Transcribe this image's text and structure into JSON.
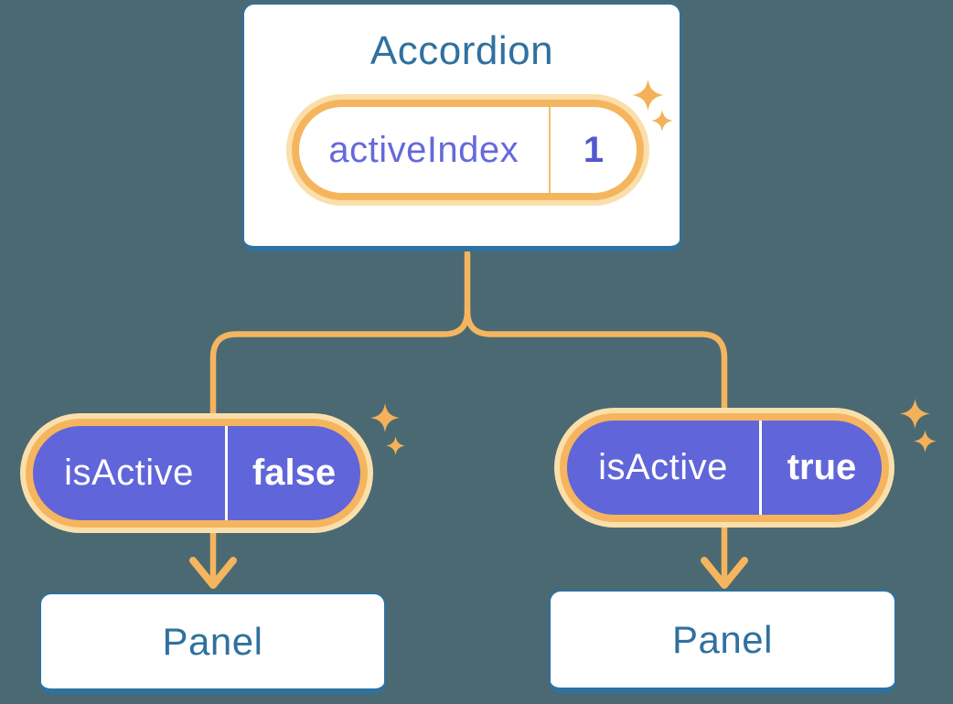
{
  "canvas": {
    "background": "#4b6972"
  },
  "palette": {
    "blue": "#2f719f",
    "orange": "#f5b55e",
    "orange_glow": "#fbdfab",
    "purple_fill": "#6065d9",
    "purple_text": "#6569da",
    "purple_value": "#5258d0",
    "white": "#ffffff"
  },
  "accordion": {
    "title": "Accordion",
    "state": {
      "name": "activeIndex",
      "value": "1"
    }
  },
  "children": [
    {
      "prop_name": "isActive",
      "prop_value": "false",
      "panel_title": "Panel"
    },
    {
      "prop_name": "isActive",
      "prop_value": "true",
      "panel_title": "Panel"
    }
  ]
}
